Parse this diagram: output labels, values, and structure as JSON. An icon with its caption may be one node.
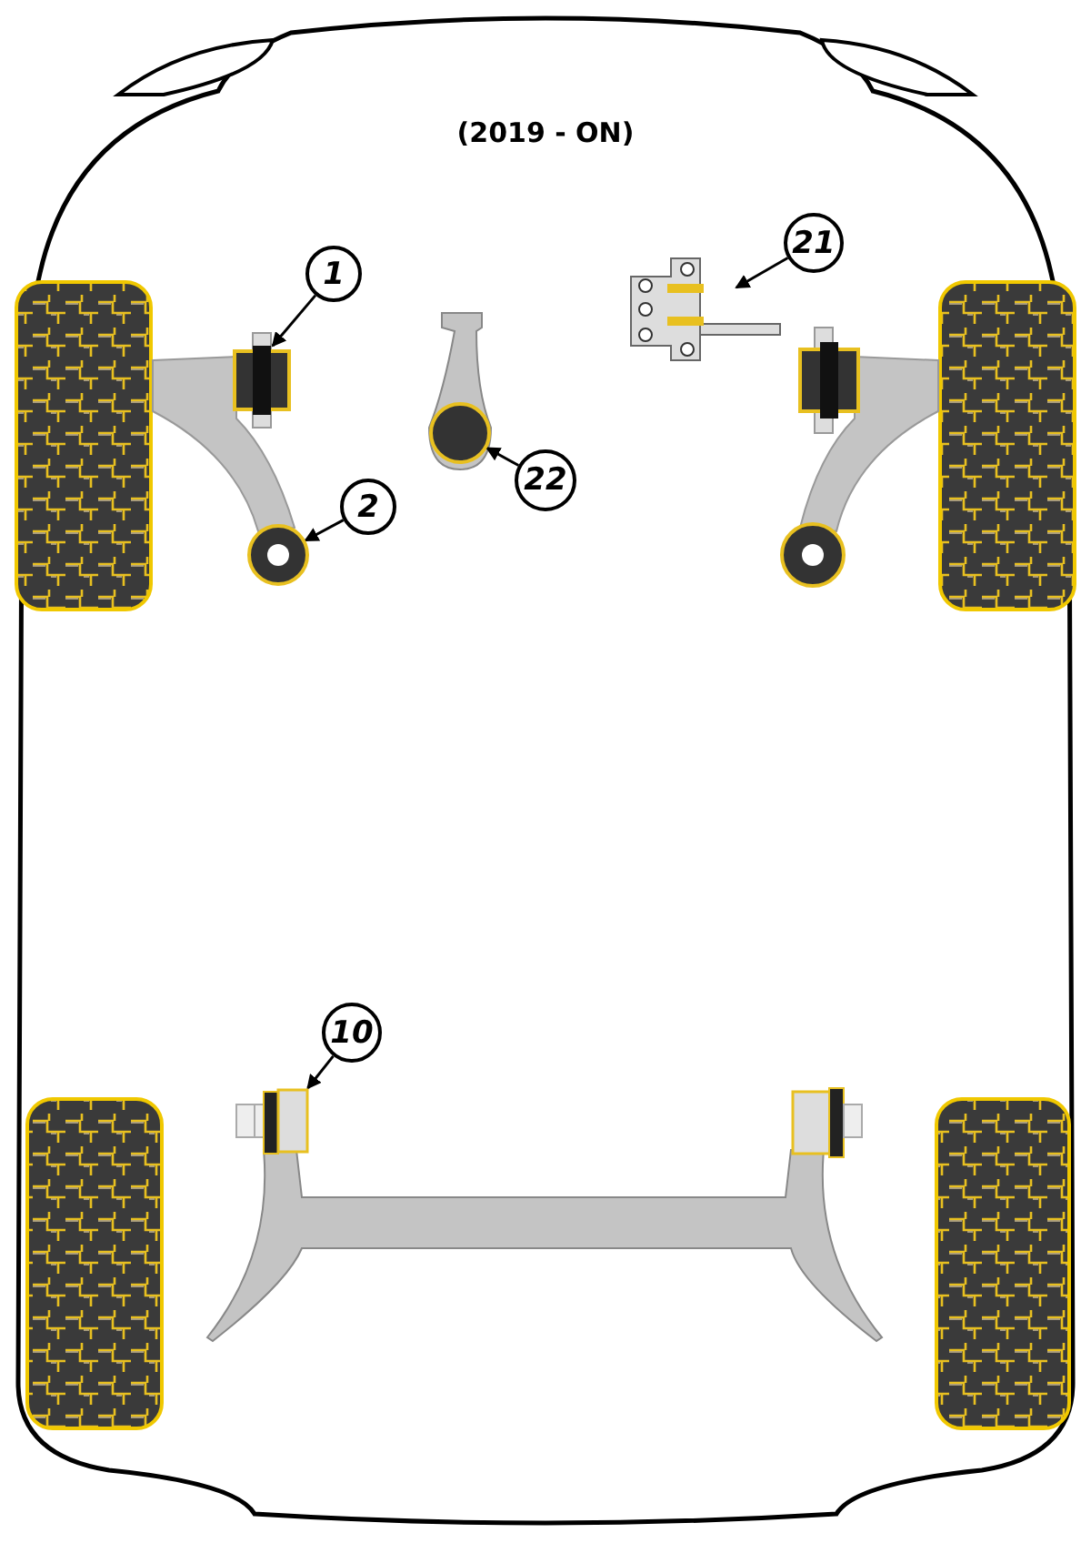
{
  "diagram": {
    "title": "(2019 - ON)",
    "nodes": [
      {
        "text": [
          "1"
        ]
      },
      {
        "text": [
          "2"
        ]
      },
      {
        "text": [
          "21"
        ]
      },
      {
        "text": [
          "22"
        ]
      },
      {
        "text": [
          "10"
        ]
      },
      {
        "text": [],
        "shape": "box"
      },
      {
        "text": [],
        "shape": "circle"
      },
      {
        "text": [],
        "shape": "picture"
      },
      {
        "text": [],
        "shape": "circle"
      },
      {
        "text": [],
        "shape": "box"
      }
    ],
    "edges": [
      {
        "from": 0,
        "to": 5,
        "arrow": "to"
      },
      {
        "from": 1,
        "to": 6,
        "arrow": "to"
      },
      {
        "from": 2,
        "to": 7,
        "arrow": "to"
      },
      {
        "from": 3,
        "to": 8,
        "arrow": "to"
      },
      {
        "from": 4,
        "to": 9,
        "arrow": "to"
      }
    ]
  }
}
